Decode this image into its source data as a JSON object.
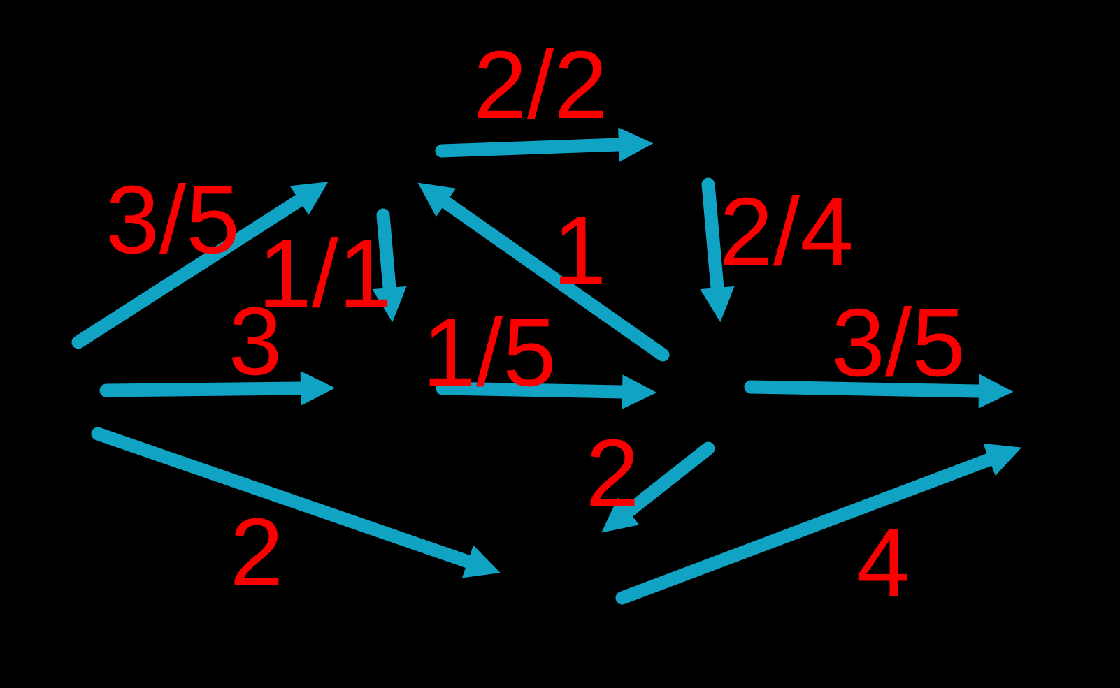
{
  "diagram": {
    "type": "flow-network-graph",
    "background_color": "#000000",
    "colors": {
      "arrow": "#10a3c3",
      "label": "#fa0000"
    },
    "edges": [
      {
        "label": "2/2"
      },
      {
        "label": "3/5"
      },
      {
        "label": "1/1"
      },
      {
        "label": "1"
      },
      {
        "label": "2/4"
      },
      {
        "label": "3"
      },
      {
        "label": "1/5"
      },
      {
        "label": "3/5"
      },
      {
        "label": "2"
      },
      {
        "label": "2"
      },
      {
        "label": "4"
      }
    ]
  }
}
